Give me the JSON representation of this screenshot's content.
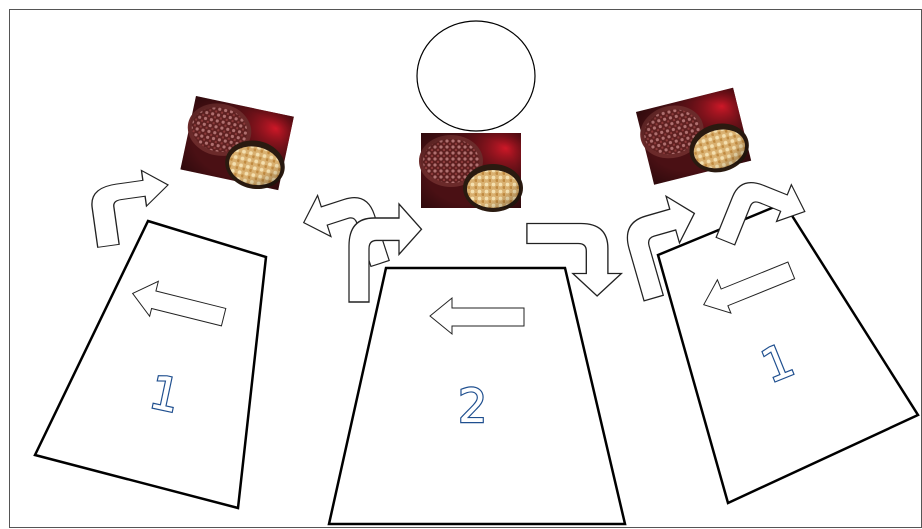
{
  "diagram": {
    "tables": [
      {
        "id": "left",
        "label": "1"
      },
      {
        "id": "center",
        "label": "2"
      },
      {
        "id": "right",
        "label": "1"
      }
    ],
    "colors": {
      "outline": "#000000",
      "label_stroke": "#1f4f8f",
      "photo_dark": "#5a1a1a",
      "photo_red": "#b01020",
      "photo_cream": "#e8c890"
    },
    "icons": [
      "food-photo-left",
      "food-photo-center",
      "food-photo-right",
      "curved-arrow",
      "straight-arrow"
    ]
  }
}
